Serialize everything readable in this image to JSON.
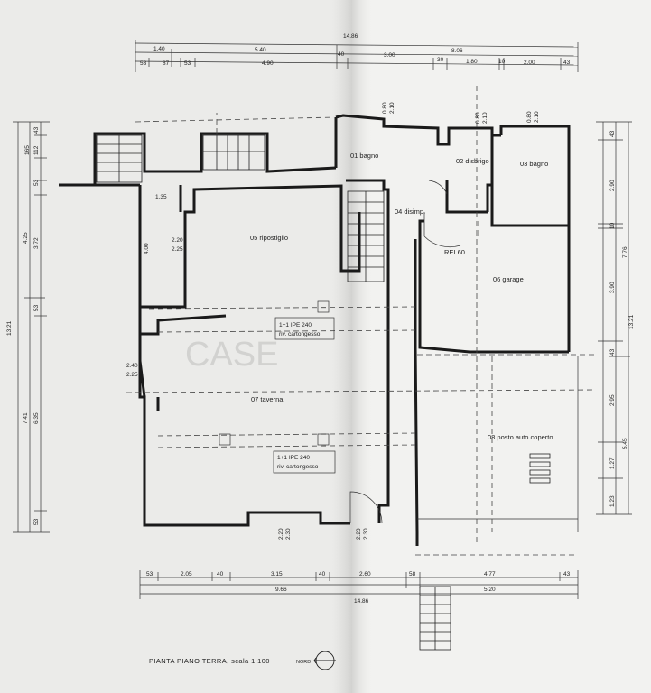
{
  "drawing": {
    "title": "PIANTA PIANO TERRA, scala 1:100",
    "north_label": "NORD",
    "watermark": "CASE"
  },
  "rooms": {
    "bagno_01": "01 bagno",
    "disbrigo_02": "02 disbrigo",
    "bagno_03": "03 bagno",
    "disimp_04": "04 disimp.",
    "ripostiglio_05": "05 ripostiglio",
    "garage_06": "06 garage",
    "taverna_07": "07 taverna",
    "posto_auto_08": "08 posto auto coperto"
  },
  "annotations": {
    "door_rating": "REI 60",
    "beam_top_1": "1+1 IPE 240",
    "beam_top_2": "riv. cartongesso",
    "beam_bottom_1": "1+1 IPE 240",
    "beam_bottom_2": "riv. cartongesso"
  },
  "dimensions": {
    "top_total": "14.86",
    "top_row1": [
      "1.40",
      "5.40",
      "8.06"
    ],
    "top_row2": [
      "53",
      "87",
      "53",
      "4.90",
      "40",
      "3.00",
      "30",
      "1.80",
      "10",
      "2.00",
      "43"
    ],
    "bottom_row1": [
      "53",
      "2.05",
      "40",
      "3.15",
      "40",
      "2.60",
      "58",
      "4.77",
      "43"
    ],
    "bottom_row2": [
      "9.66",
      "5.20"
    ],
    "bottom_total": "14.86",
    "left_total": "13.21",
    "left_group1": "4.25",
    "left_group2": "7.41",
    "left_details": [
      "43",
      "112",
      "165",
      "53",
      "3.72",
      "53",
      "6.35",
      "53"
    ],
    "right_total": "13.21",
    "right_group1": "7.76",
    "right_group2": "5.45",
    "right_details": [
      "43",
      "2.90",
      "10",
      "3.90",
      "43",
      "2.95",
      "1.27",
      "1.23"
    ],
    "opening_labels": [
      "0.80",
      "2.10",
      "0.80",
      "2.10",
      "0.80",
      "2.10",
      "2.20",
      "2.25",
      "2.40",
      "2.25",
      "2.20",
      "2.30",
      "2.20",
      "2.30",
      "1.35",
      "4.00"
    ]
  }
}
